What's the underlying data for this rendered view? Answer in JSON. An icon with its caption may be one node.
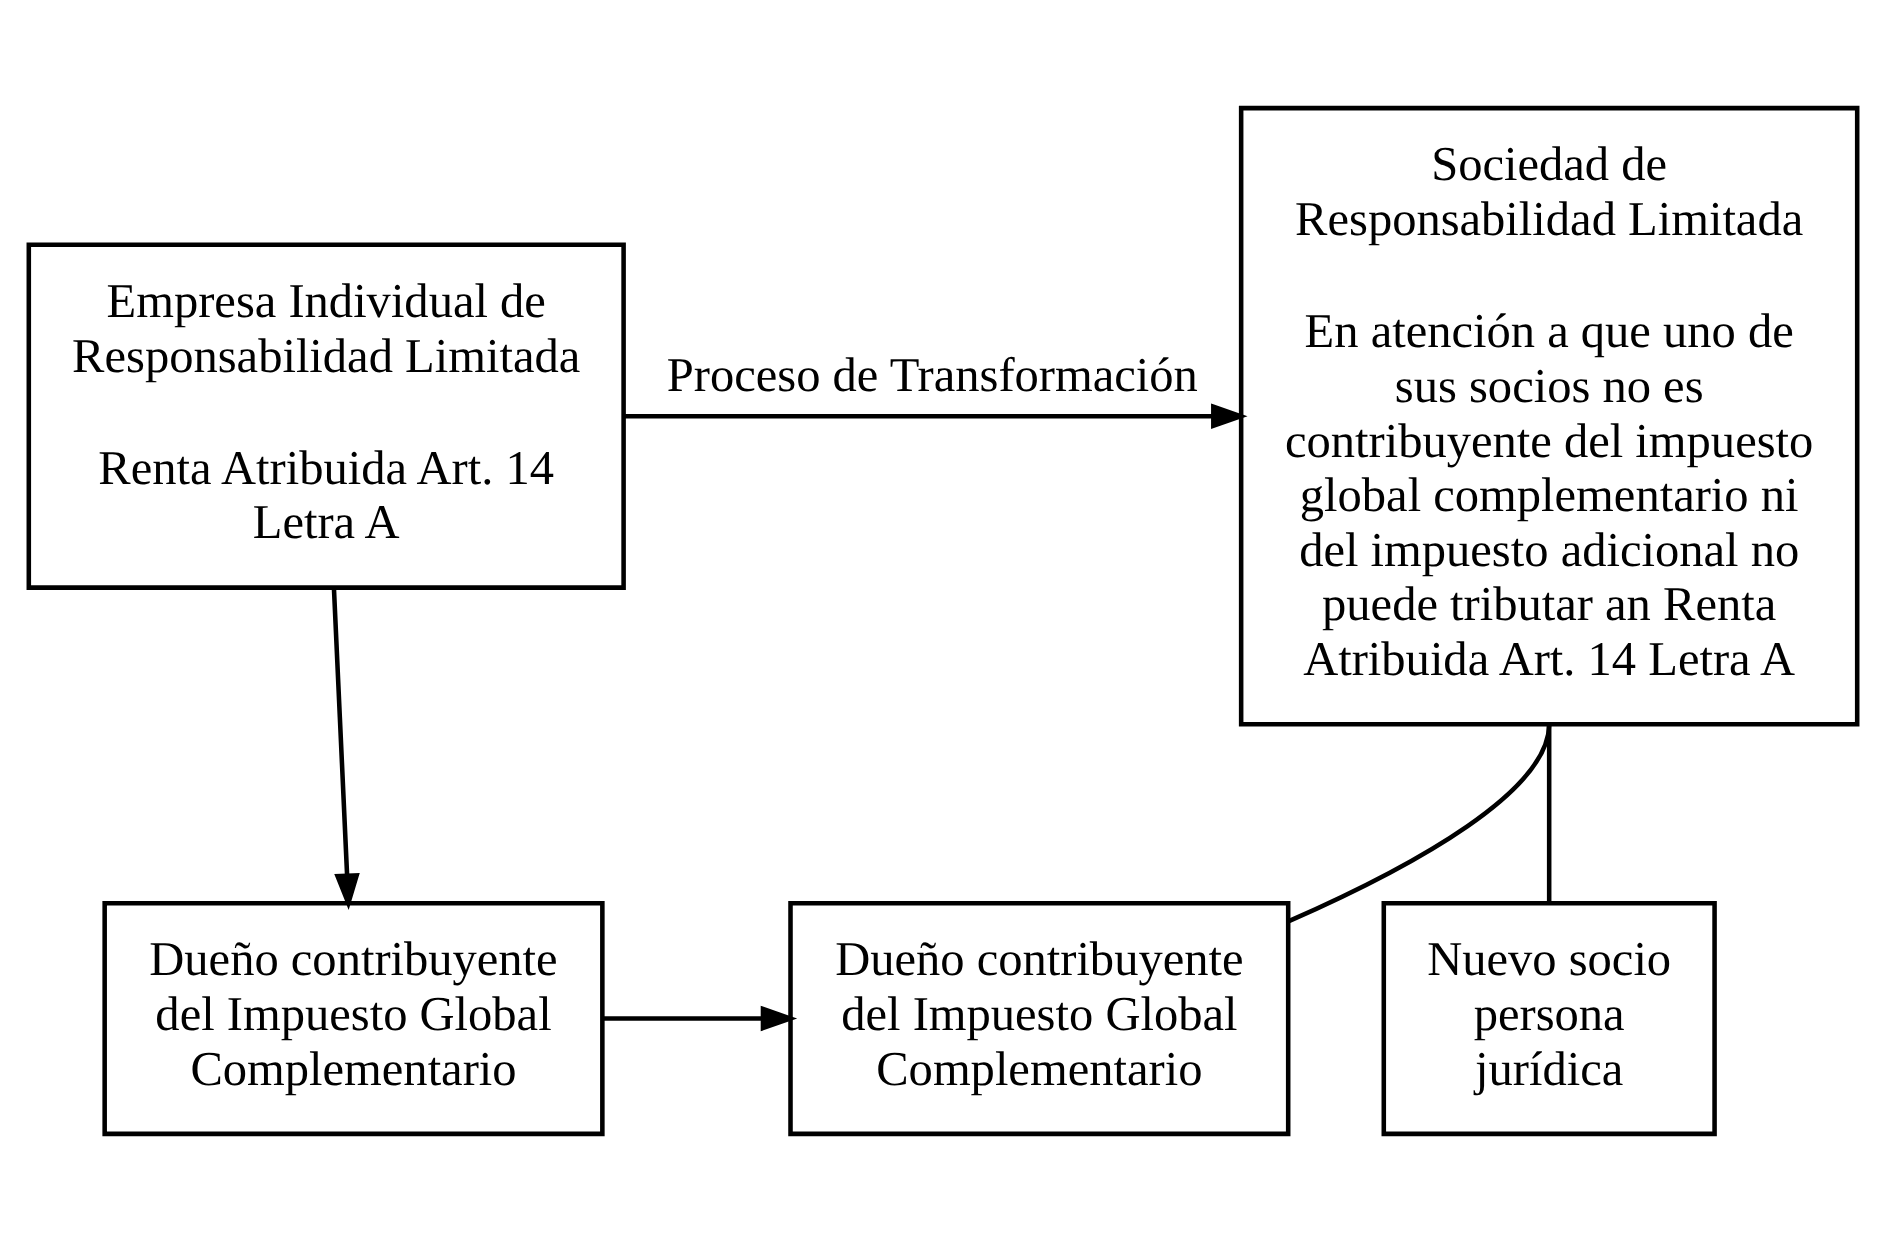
{
  "diagram": {
    "nodes": [
      {
        "text": [
          "Empresa Individual de Responsabilidad Limitada",
          "Renta Atribuida Art. 14 Letra A"
        ]
      },
      {
        "text": [
          "Sociedad de Responsabilidad Limitada",
          "En atención a que uno de sus socios no es contribuyente del impuesto global complementario ni del impuesto adicional no puede tributar an Renta Atribuida Art. 14 Letra A"
        ]
      },
      {
        "text": [
          "Dueño contribuyente del Impuesto Global Complementario"
        ]
      },
      {
        "text": [
          "Dueño contribuyente del Impuesto Global Complementario"
        ]
      },
      {
        "text": [
          "Nuevo socio persona jurídica"
        ]
      }
    ],
    "edges": [
      {
        "from": 0,
        "to": 1,
        "arrow": "to",
        "label": "Proceso de Transformación"
      },
      {
        "from": 0,
        "to": 2,
        "arrow": "to"
      },
      {
        "from": 2,
        "to": 3,
        "arrow": "to"
      },
      {
        "from": 1,
        "to": 3,
        "arrow": "none"
      },
      {
        "from": 1,
        "to": 4,
        "arrow": "none"
      }
    ]
  }
}
